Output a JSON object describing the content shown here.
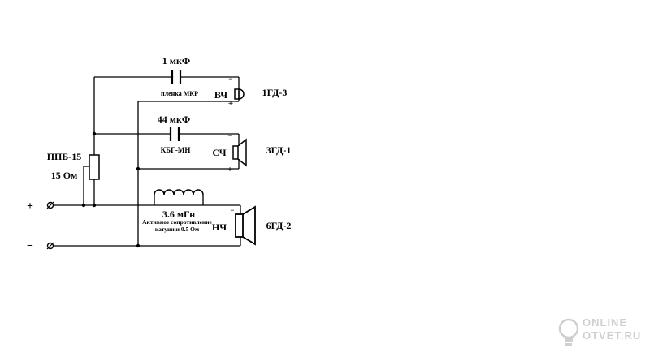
{
  "labels": {
    "c1_value": "1 мкФ",
    "c1_type": "пленка МКР",
    "tw_band": "ВЧ",
    "tw_model": "1ГД-3",
    "c2_value": "44 мкФ",
    "c2_type": "КБГ-МН",
    "mid_band": "СЧ",
    "mid_model": "3ГД-1",
    "resistor_type": "ППБ-15",
    "resistor_value": "15 Ом",
    "coil_value": "3.6 мГн",
    "coil_note_1": "Активное сопротивление",
    "coil_note_2": "катушки 0.5 Ом",
    "woofer_band": "НЧ",
    "woofer_model": "6ГД-2",
    "terminal_plus": "+",
    "terminal_minus": "−",
    "polarity_minus": "−",
    "polarity_plus": "+"
  },
  "watermark": {
    "line1": "ONLINE",
    "line2": "OTVET.RU"
  }
}
